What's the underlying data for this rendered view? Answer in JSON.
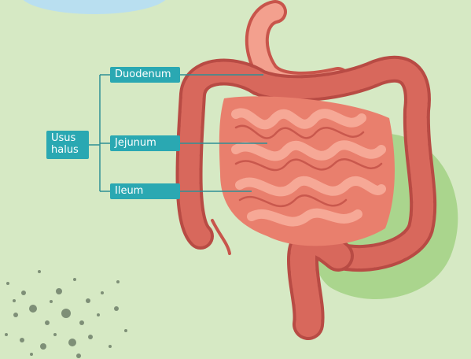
{
  "labels": {
    "usus_halus": "Usus\nhalus",
    "duodenum": "Duodenum",
    "jejunum": "Jejunum",
    "ileum": "Ileum"
  },
  "colors": {
    "background": "#d6e9c4",
    "label_box": "#2aa8b2",
    "intestine_light": "#f39a86",
    "intestine_dark": "#c8554b",
    "colon": "#d2655a",
    "leaf_blob": "#aad58d",
    "connector": "#2e8f95"
  }
}
